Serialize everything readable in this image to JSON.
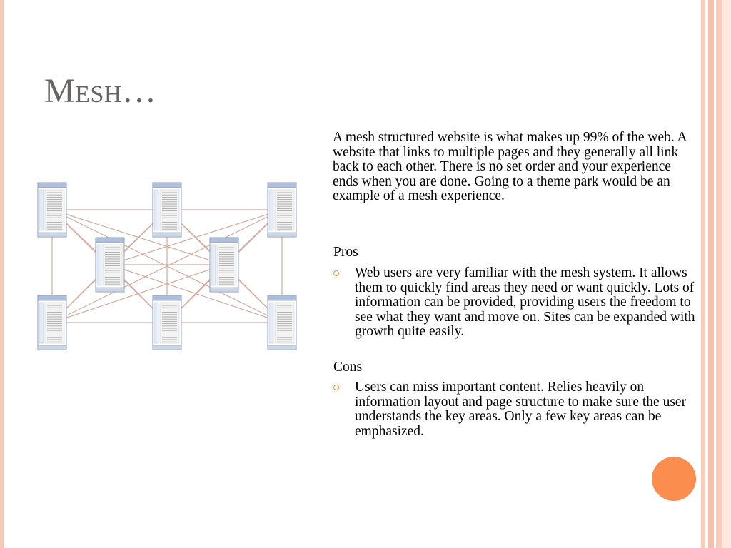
{
  "slide": {
    "title": "Mesh…",
    "intro": "A mesh structured website is what makes up 99% of the web.  A website that links to multiple pages and they generally all link back to each other.  There is no set order and your experience ends when you are done.  Going to a theme park would be an example of a mesh experience.",
    "pros": {
      "heading": "Pros",
      "bullets": [
        "Web users are very familiar with the mesh system. It allows them to quickly find areas they need or want quickly. Lots of information can be provided, providing users the freedom to see what they want and move on. Sites can be expanded with growth quite easily."
      ]
    },
    "cons": {
      "heading": "Cons",
      "bullets": [
        "Users can miss important content. Relies heavily on information layout and page structure to make sure the user understands the key areas. Only a few key areas can be emphasized."
      ]
    }
  },
  "diagram": {
    "pages": [
      {
        "id": "p1"
      },
      {
        "id": "p2"
      },
      {
        "id": "p3"
      },
      {
        "id": "p4"
      },
      {
        "id": "p5"
      },
      {
        "id": "p6"
      },
      {
        "id": "p7"
      },
      {
        "id": "p8"
      }
    ],
    "links": [
      [
        "p1",
        "p2"
      ],
      [
        "p2",
        "p3"
      ],
      [
        "p6",
        "p7"
      ],
      [
        "p7",
        "p8"
      ],
      [
        "p1",
        "p6"
      ],
      [
        "p3",
        "p8"
      ],
      [
        "p2",
        "p7"
      ],
      [
        "p4",
        "p5"
      ],
      [
        "p1",
        "p4"
      ],
      [
        "p6",
        "p4"
      ],
      [
        "p2",
        "p4"
      ],
      [
        "p7",
        "p4"
      ],
      [
        "p3",
        "p5"
      ],
      [
        "p8",
        "p5"
      ],
      [
        "p2",
        "p5"
      ],
      [
        "p7",
        "p5"
      ],
      [
        "p1",
        "p8"
      ],
      [
        "p3",
        "p6"
      ],
      [
        "p1",
        "p7"
      ],
      [
        "p3",
        "p7"
      ],
      [
        "p6",
        "p2"
      ],
      [
        "p8",
        "p2"
      ],
      [
        "p1",
        "p5"
      ],
      [
        "p6",
        "p5"
      ],
      [
        "p3",
        "p4"
      ],
      [
        "p8",
        "p4"
      ]
    ]
  },
  "colors": {
    "title": "#696464",
    "bullet": "#f0883a",
    "accent_circle": "#fb8d4f",
    "frame": "#f7c9b5",
    "link_line": "#d4aba0",
    "page_header": "#aebfd9",
    "page_border": "#8c9cb7"
  }
}
